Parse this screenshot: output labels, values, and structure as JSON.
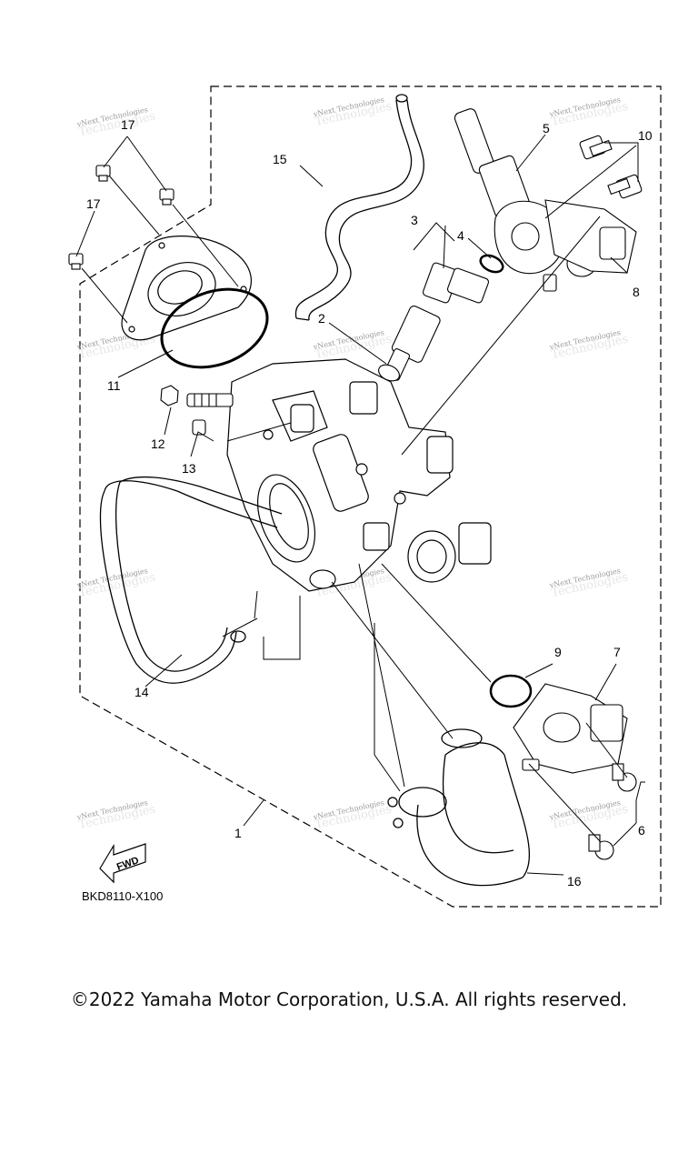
{
  "diagram": {
    "code": "BKD8110-X100",
    "fwd_label": "FWD",
    "callouts": [
      "1",
      "2",
      "3",
      "4",
      "5",
      "6",
      "7",
      "8",
      "9",
      "10",
      "11",
      "12",
      "13",
      "14",
      "15",
      "16",
      "17",
      "17"
    ],
    "watermark_top": "vNext Technologies",
    "watermark_bottom": "Technologies"
  },
  "copyright": "©2022 Yamaha Motor Corporation, U.S.A. All rights reserved."
}
